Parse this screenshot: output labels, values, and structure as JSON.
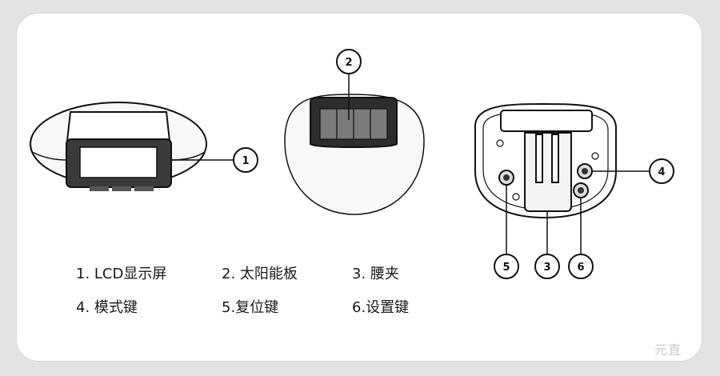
{
  "callouts": [
    "1",
    "2",
    "3",
    "4",
    "5",
    "6"
  ],
  "legend": [
    "1. LCD显示屏",
    "2. 太阳能板",
    "3. 腰夹",
    "4. 模式键",
    "5.复位键",
    "6.设置键"
  ],
  "watermark": "元直",
  "colors": {
    "background": "#e3e3e3",
    "panel": "#ffffff",
    "line": "#111111",
    "device_fill": "#f7f7f7",
    "panel_gray": "#6a6a6a"
  }
}
